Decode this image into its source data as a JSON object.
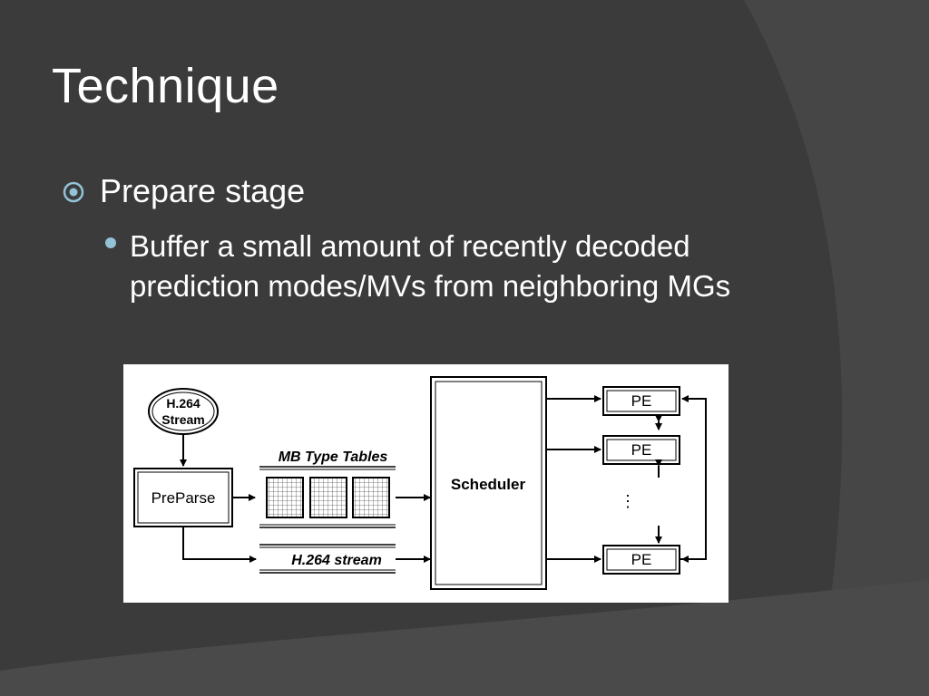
{
  "slide": {
    "title": "Technique",
    "bullets": [
      {
        "text": "Prepare stage",
        "icon": "circled-dot-icon",
        "sub": [
          {
            "text": "Buffer a small amount of recently decoded prediction modes/MVs from neighboring MGs"
          }
        ]
      }
    ]
  },
  "diagram": {
    "stream_label_line1": "H.264",
    "stream_label_line2": "Stream",
    "preparse_label": "PreParse",
    "mb_tables_label": "MB Type Tables",
    "h264_stream_label": "H.264 stream",
    "scheduler_label": "Scheduler",
    "pe_labels": [
      "PE",
      "PE",
      "PE"
    ],
    "ellipsis": "⋮"
  },
  "colors": {
    "background": "#3b3b3b",
    "text": "#ffffff",
    "bullet_accent": "#93c3d6"
  }
}
